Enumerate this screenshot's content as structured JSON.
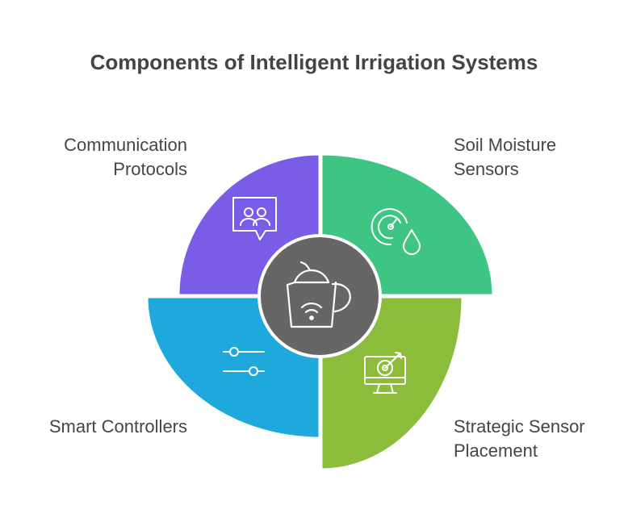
{
  "title": "Components of Intelligent Irrigation Systems",
  "segments": [
    {
      "id": "communication",
      "label_lines": [
        "Communication",
        "Protocols"
      ],
      "color": "#7b5ce6",
      "icon": "chat-people-icon"
    },
    {
      "id": "soil",
      "label_lines": [
        "Soil Moisture",
        "Sensors"
      ],
      "color": "#3ec483",
      "icon": "gauge-droplet-icon"
    },
    {
      "id": "controllers",
      "label_lines": [
        "Smart Controllers"
      ],
      "color": "#1ea8dc",
      "icon": "sliders-icon"
    },
    {
      "id": "placement",
      "label_lines": [
        "Strategic Sensor",
        "Placement"
      ],
      "color": "#8cbc3b",
      "icon": "monitor-target-icon"
    }
  ],
  "center": {
    "color": "#666666",
    "icon": "smart-kettle-icon"
  }
}
